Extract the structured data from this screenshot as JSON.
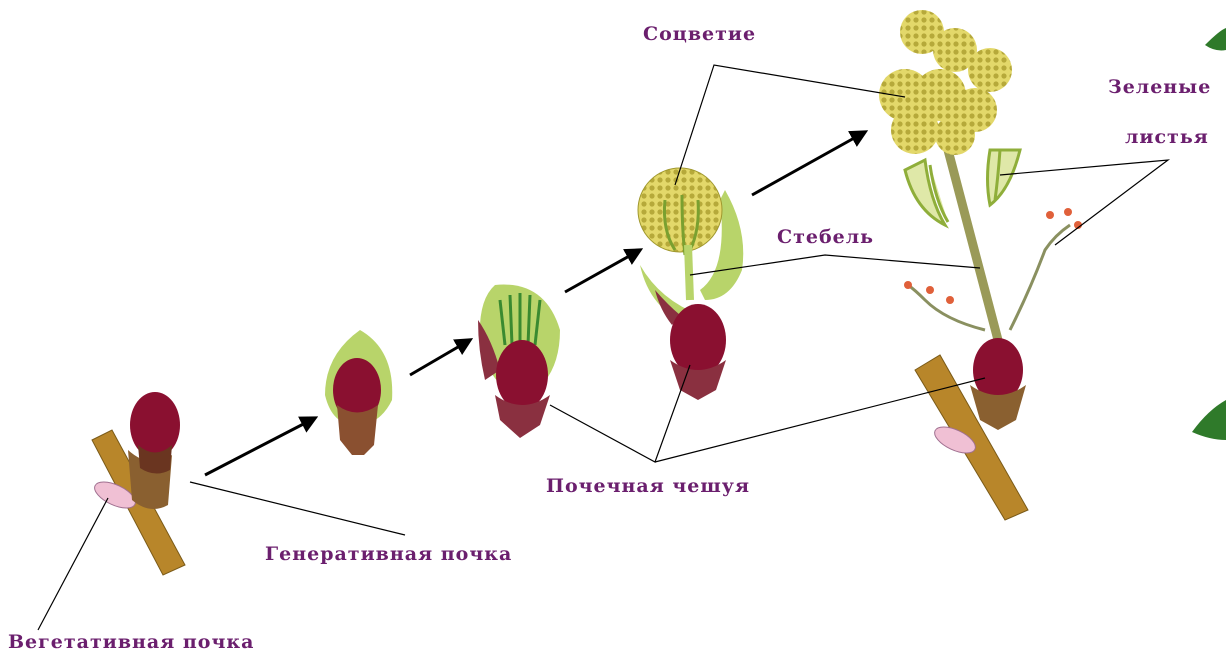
{
  "labels": {
    "inflorescence": "Соцветие",
    "green_leaves_line1": "Зеленые",
    "green_leaves_line2": "листья",
    "stem": "Стебель",
    "bud_scales": "Почечная чешуя",
    "generative_bud": "Генеративная почка",
    "vegetative_bud": "Вегетативная почка"
  },
  "colors": {
    "label": "#6b1f6e",
    "bud": "#8a1030",
    "branch": "#b8862a",
    "young_leaf": "#b8d46a",
    "flower": "#d9d05a",
    "leaf_green": "#8fae3a",
    "line": "#000000"
  }
}
